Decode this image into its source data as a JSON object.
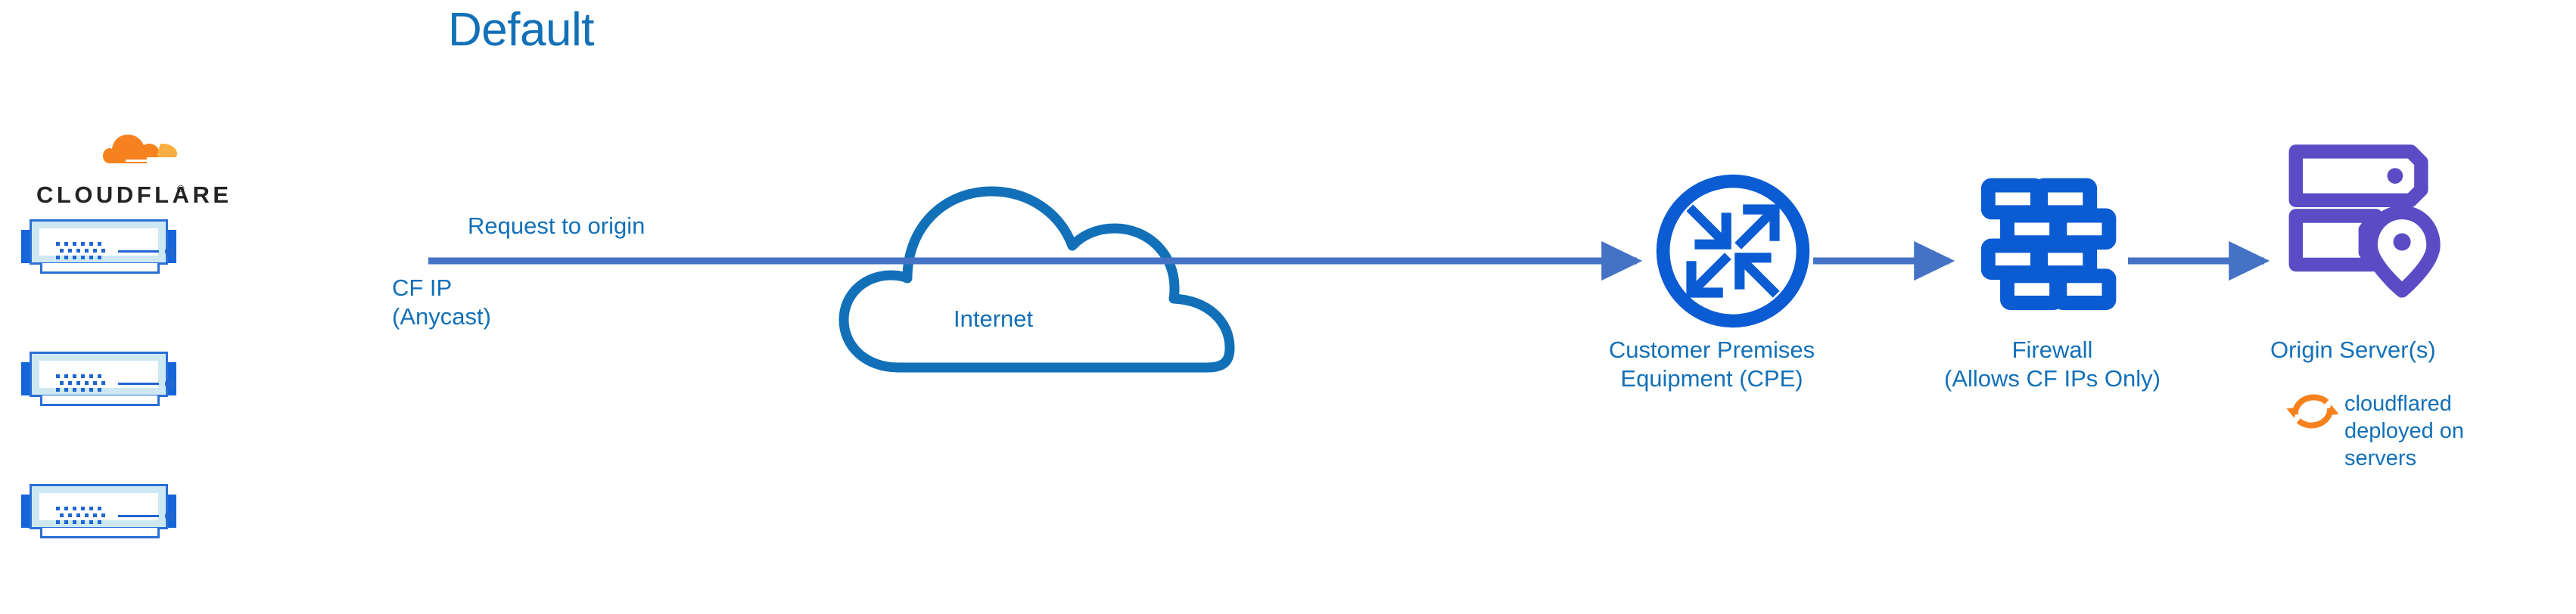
{
  "title": "Default",
  "colors": {
    "label_blue": "#1270B8",
    "arrow_blue": "#4472C4",
    "icon_blue": "#0B5BD3",
    "cloud_blue": "#1270B8",
    "origin_purple": "#5B4BC4",
    "cloudflare_orange": "#F6821F",
    "cloudflare_orange_light": "#FBAD41",
    "wordmark_black": "#232323",
    "server_body": "#CDE8F3",
    "server_border": "#2A6FD6"
  },
  "brand": {
    "wordmark": "CLOUDFLARE",
    "registered_mark": "®",
    "logo_icon": "cloudflare-cloud-logo"
  },
  "labels": {
    "request_to_origin": "Request to origin",
    "cf_ip": "CF IP\n(Anycast)",
    "internet": "Internet",
    "cpe": "Customer Premises\nEquipment (CPE)",
    "firewall": "Firewall\n(Allows CF IPs Only)",
    "origin_server": "Origin Server(s)",
    "cloudflared": "cloudflared\ndeployed on\nservers"
  },
  "nodes": [
    {
      "id": "cloudflare-edge",
      "icon": "server-stack-icon",
      "label": "CLOUDFLARE",
      "sublabel": "CF IP\n(Anycast)",
      "count": 3
    },
    {
      "id": "internet",
      "icon": "cloud-icon",
      "label": "Internet"
    },
    {
      "id": "cpe",
      "icon": "router-icon",
      "label": "Customer Premises\nEquipment (CPE)"
    },
    {
      "id": "firewall",
      "icon": "brick-wall-icon",
      "label": "Firewall\n(Allows CF IPs Only)"
    },
    {
      "id": "origin",
      "icon": "server-rack-pin-icon",
      "label": "Origin Server(s)",
      "sublabel": "cloudflared\ndeployed on\nservers"
    }
  ],
  "edges": [
    {
      "id": "edge-edge-to-cpe",
      "from": "cloudflare-edge",
      "to": "cpe",
      "label": "Request to origin"
    },
    {
      "id": "edge-cpe-to-firewall",
      "from": "cpe",
      "to": "firewall",
      "label": ""
    },
    {
      "id": "edge-firewall-to-origin",
      "from": "firewall",
      "to": "origin",
      "label": ""
    }
  ],
  "icon_names": {
    "cloudflare_logo": "cloudflare-logo-icon",
    "server_unit": "server-unit-icon",
    "cloud": "internet-cloud-icon",
    "router": "router-arrows-icon",
    "firewall": "brick-wall-icon",
    "origin": "server-rack-location-pin-icon",
    "cloudflared": "sync-arrows-icon"
  }
}
